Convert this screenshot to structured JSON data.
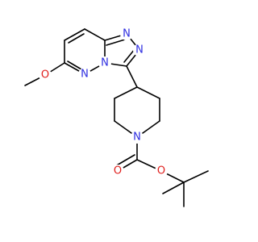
{
  "colors": {
    "bond": "#000000",
    "nitrogen": "#2d2de0",
    "oxygen": "#e0201e"
  },
  "atoms": {
    "n_triazole_top": "N",
    "n_triazole_right": "N",
    "n_bridge": "N",
    "n_pyridazine": "N",
    "n_piperidine": "N",
    "o_methoxy": "O",
    "o_ester": "O",
    "o_carbonyl": "O"
  }
}
